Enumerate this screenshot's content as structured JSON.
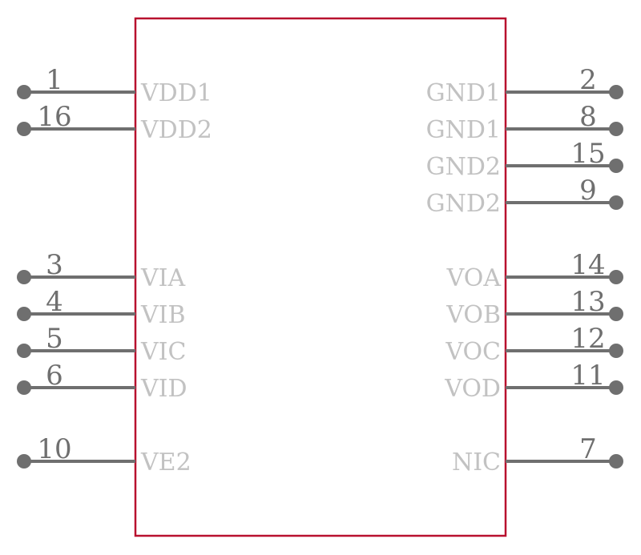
{
  "symbol": {
    "outline_color": "#b8102e",
    "pin_color": "#6f6f6f",
    "name_color": "#c2c2c2",
    "left_pins": [
      {
        "number": "1",
        "name": "VDD1"
      },
      {
        "number": "16",
        "name": "VDD2"
      },
      {
        "number": "3",
        "name": "VIA"
      },
      {
        "number": "4",
        "name": "VIB"
      },
      {
        "number": "5",
        "name": "VIC"
      },
      {
        "number": "6",
        "name": "VID"
      },
      {
        "number": "10",
        "name": "VE2"
      }
    ],
    "right_pins": [
      {
        "number": "2",
        "name": "GND1"
      },
      {
        "number": "8",
        "name": "GND1"
      },
      {
        "number": "15",
        "name": "GND2"
      },
      {
        "number": "9",
        "name": "GND2"
      },
      {
        "number": "14",
        "name": "VOA"
      },
      {
        "number": "13",
        "name": "VOB"
      },
      {
        "number": "12",
        "name": "VOC"
      },
      {
        "number": "11",
        "name": "VOD"
      },
      {
        "number": "7",
        "name": "NIC"
      }
    ]
  }
}
